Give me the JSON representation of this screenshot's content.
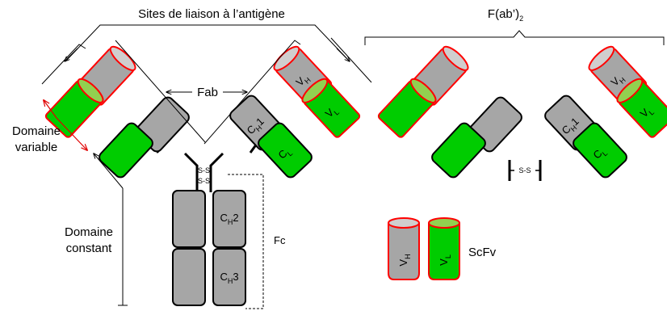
{
  "labels": {
    "sites": "Sites de liaison à l’antigène",
    "fab": "Fab",
    "domaine_variable_1": "Domaine",
    "domaine_variable_2": "variable",
    "domaine_constant_1": "Domaine",
    "domaine_constant_2": "constant",
    "fc": "Fc",
    "fab2_main": "F(ab’)",
    "fab2_sub": "2",
    "scfv": "ScFv",
    "ss": "S-S"
  },
  "domains": {
    "ch1": {
      "main": "C",
      "sub": "H",
      "suffix": "1"
    },
    "ch2": {
      "main": "C",
      "sub": "H",
      "suffix": "2"
    },
    "ch3": {
      "main": "C",
      "sub": "H",
      "suffix": "3"
    },
    "cl": {
      "main": "C",
      "sub": "L"
    },
    "vh": {
      "main": "V",
      "sub": "H"
    },
    "vl": {
      "main": "V",
      "sub": "L"
    }
  },
  "colors": {
    "heavy_chain": "#a6a6a6",
    "light_chain": "#00cc00",
    "variable_outline": "#ff0000",
    "constant_outline": "#000000",
    "cap_grey": "#d0cece",
    "cap_green": "#92d050"
  }
}
